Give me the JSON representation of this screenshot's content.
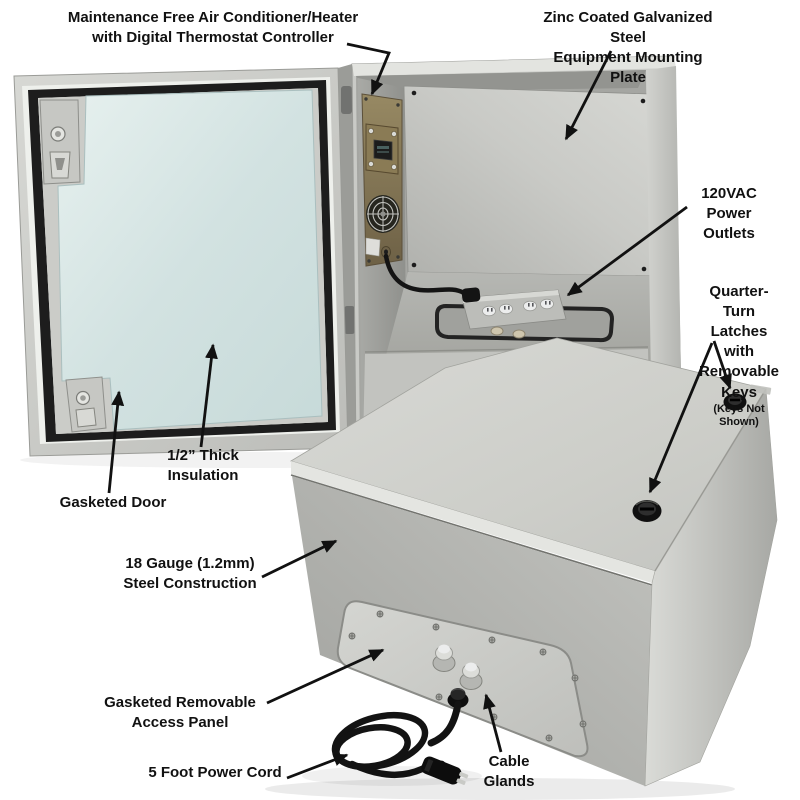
{
  "figure": {
    "description": "Annotated product diagram of an insulated steel equipment enclosure, shown open and closed",
    "background": "#ffffff"
  },
  "palette": {
    "annotation_text": "#111111",
    "arrow": "#111111",
    "enclosure_light_gray": "#cdcec9",
    "enclosure_mid_gray": "#b7b8b4",
    "door_insulation_blue": "#d4e4e2",
    "door_gasket_black": "#1d1d1d",
    "ac_unit_brass": "#8a7b55",
    "power_cord_black": "#131313"
  },
  "annotations": {
    "ac_heater": {
      "text": "Maintenance Free Air Conditioner/Heater\nwith Digital Thermostat Controller"
    },
    "mounting_plate": {
      "text": "Zinc Coated Galvanized Steel\nEquipment Mounting Plate"
    },
    "power_outlets": {
      "text": "120VAC Power\nOutlets"
    },
    "latches": {
      "text": "Quarter-Turn\nLatches with\nRemovable Keys",
      "note": "(Keys Not Shown)"
    },
    "insulation": {
      "text": "1/2” Thick\nInsulation"
    },
    "gasketed_door": {
      "text": "Gasketed Door"
    },
    "steel_construction": {
      "text": "18 Gauge (1.2mm)\nSteel Construction"
    },
    "access_panel": {
      "text": "Gasketed Removable\nAccess Panel"
    },
    "power_cord": {
      "text": "5 Foot Power Cord"
    },
    "cable_glands": {
      "text": "Cable\nGlands"
    }
  }
}
